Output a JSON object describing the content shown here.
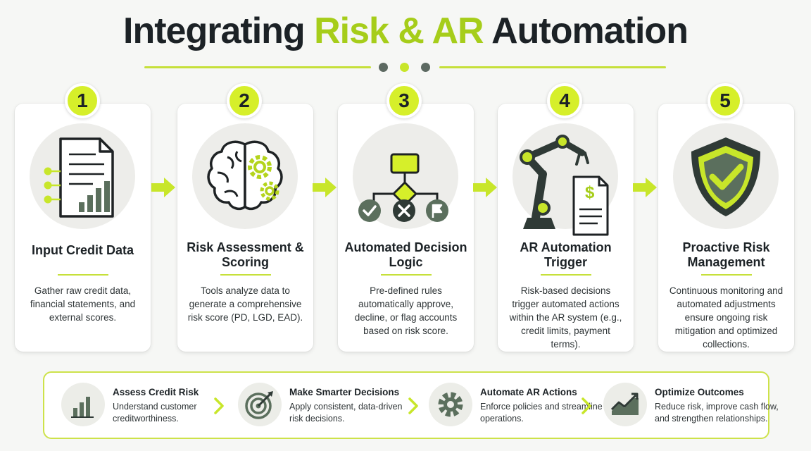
{
  "title": {
    "part1": "Integrating ",
    "accent": "Risk & AR",
    "part2": " Automation"
  },
  "steps": [
    {
      "number": "1",
      "title": "Input Credit Data",
      "desc": "Gather raw credit data, financial statements, and external scores.",
      "icon": "document-chart-icon"
    },
    {
      "number": "2",
      "title": "Risk Assessment & Scoring",
      "desc": "Tools analyze data to generate a comprehensive risk score (PD, LGD, EAD).",
      "icon": "brain-gears-icon"
    },
    {
      "number": "3",
      "title": "Automated Decision Logic",
      "desc": "Pre-defined rules automatically approve, decline, or flag accounts based on risk score.",
      "icon": "decision-flowchart-icon"
    },
    {
      "number": "4",
      "title": "AR Automation Trigger",
      "desc": "Risk-based decisions trigger automated actions within the AR system (e.g., credit limits, payment terms).",
      "icon": "robot-arm-invoice-icon"
    },
    {
      "number": "5",
      "title": "Proactive Risk Management",
      "desc": "Continuous monitoring and automated adjustments ensure ongoing risk mitigation and optimized collections.",
      "icon": "shield-check-icon"
    }
  ],
  "benefits": [
    {
      "title": "Assess Credit Risk",
      "desc": "Understand customer creditworthiness.",
      "icon": "bar-chart-icon"
    },
    {
      "title": "Make Smarter Decisions",
      "desc": "Apply consistent, data-driven risk decisions.",
      "icon": "target-icon"
    },
    {
      "title": "Automate AR Actions",
      "desc": "Enforce policies and streamline operations.",
      "icon": "gear-icon"
    },
    {
      "title": "Optimize Outcomes",
      "desc": "Reduce risk, improve cash flow, and strengthen relationships.",
      "icon": "trend-up-icon"
    }
  ],
  "colors": {
    "accent": "#c8e62a",
    "dark": "#2f3a36",
    "icon_green": "#5b6f5d",
    "title_accent": "#a6cd1a"
  }
}
